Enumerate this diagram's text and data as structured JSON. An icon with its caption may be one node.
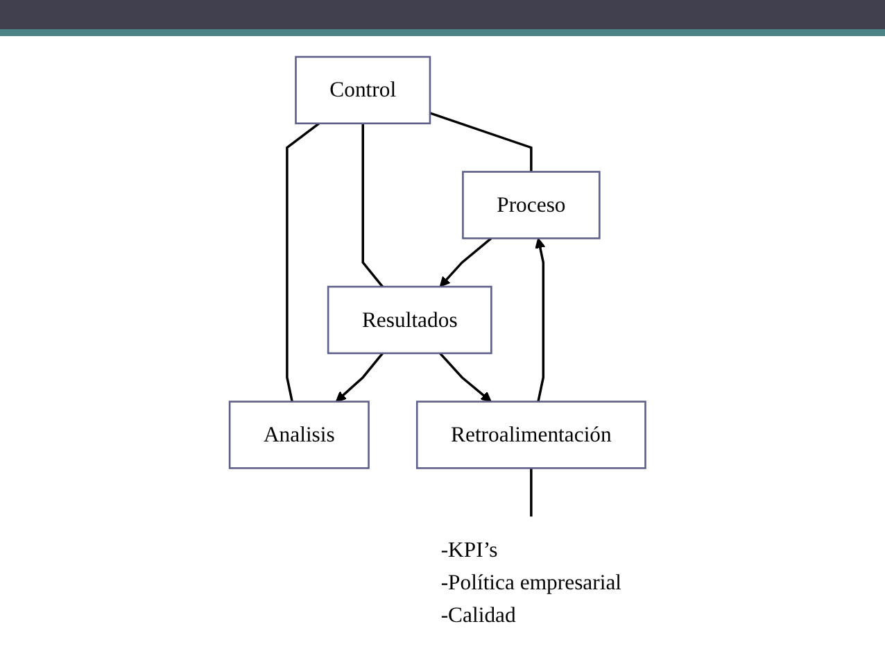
{
  "diagram": {
    "nodes": [
      {
        "text": [
          "Control"
        ]
      },
      {
        "text": [
          "Proceso"
        ]
      },
      {
        "text": [
          "Resultados"
        ]
      },
      {
        "text": [
          "Analisis"
        ]
      },
      {
        "text": [
          "Retroalimentación"
        ]
      },
      {
        "text": [
          "-KPI’s",
          "-Política empresarial",
          "-Calidad"
        ]
      }
    ],
    "edges": [
      {
        "from": 0,
        "to": 1,
        "arrow": "none"
      },
      {
        "from": 0,
        "to": 2,
        "arrow": "none"
      },
      {
        "from": 0,
        "to": 3,
        "arrow": "none"
      },
      {
        "from": 1,
        "to": 2,
        "arrow": "to"
      },
      {
        "from": 2,
        "to": 3,
        "arrow": "to"
      },
      {
        "from": 2,
        "to": 4,
        "arrow": "to"
      },
      {
        "from": 4,
        "to": 1,
        "arrow": "to"
      },
      {
        "from": 4,
        "to": 5,
        "arrow": "none"
      }
    ]
  }
}
